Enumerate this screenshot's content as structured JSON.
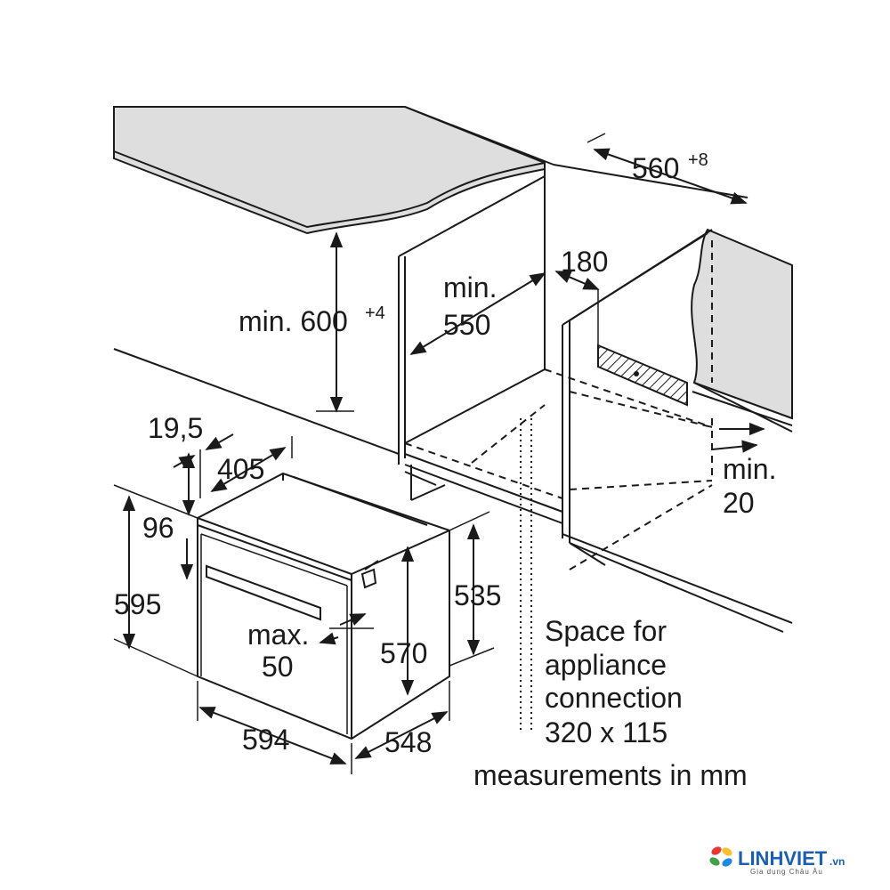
{
  "dimensions": {
    "cutout_width": "560",
    "cutout_width_tol": "+8",
    "vent_depth": "180",
    "cutout_depth_label": "min.",
    "cutout_depth": "550",
    "cutout_height_label": "min. 600",
    "cutout_height_tol": "+4",
    "front_offset": "19,5",
    "top_depth": "405",
    "top_gap": "96",
    "oven_height": "595",
    "door_gap_label": "max.",
    "door_gap": "50",
    "body_height": "570",
    "rear_height": "535",
    "oven_width": "594",
    "oven_depth": "548",
    "side_gap_label": "min.",
    "side_gap": "20"
  },
  "notes": {
    "connection_line1": "Space for",
    "connection_line2": "appliance",
    "connection_line3": "connection",
    "connection_line4": "320 x 115",
    "units": "measurements in mm"
  },
  "logo": {
    "name": "LINHVIET",
    "tld": ".vn",
    "tagline": "Gia dụng Châu Âu",
    "colors": [
      "#e53935",
      "#fbc02d",
      "#43a047",
      "#1e88e5"
    ]
  },
  "colors": {
    "countertop": "#dedede",
    "line": "#1a1a1a",
    "brand": "#1b5fb0"
  }
}
